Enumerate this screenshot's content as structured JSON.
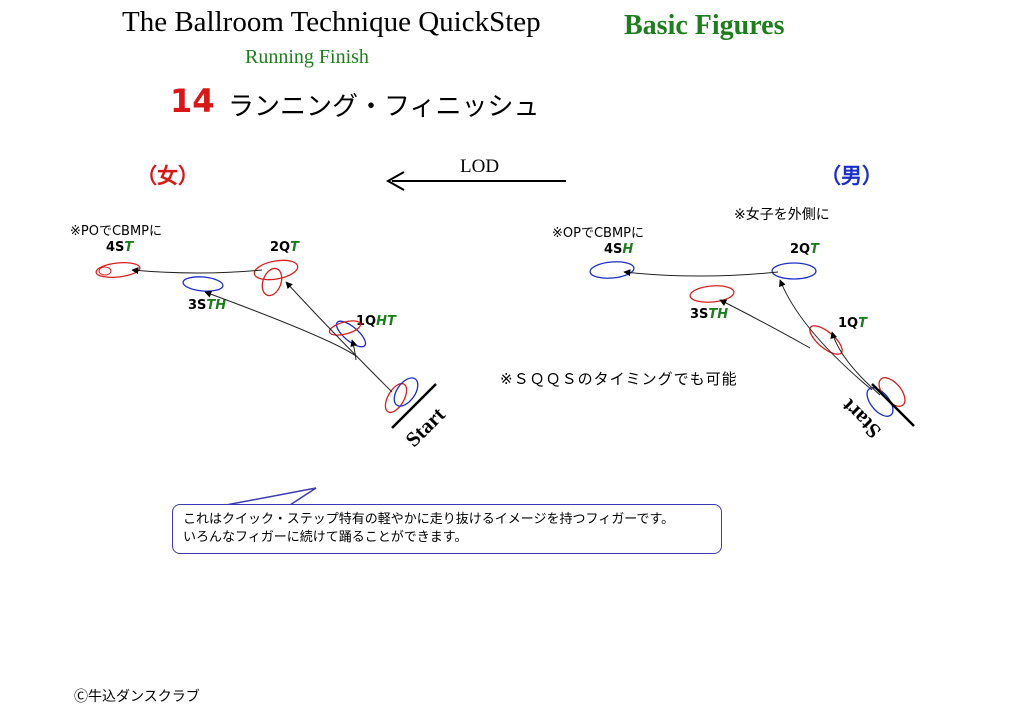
{
  "header": {
    "title": "The Ballroom Technique  QuickStep",
    "category": "Basic Figures",
    "subtitle": "Running Finish",
    "figure_number": "14",
    "figure_name_jp": "ランニング・フィニッシュ"
  },
  "lod_label": "LOD",
  "woman": {
    "label": "（女）",
    "note": "※POでCBMPに",
    "steps": [
      {
        "num": "1Q",
        "foot": "HT"
      },
      {
        "num": "2Q",
        "foot": "T"
      },
      {
        "num": "3S",
        "foot": "TH"
      },
      {
        "num": "4S",
        "foot": "T"
      }
    ],
    "start_label": "Start"
  },
  "man": {
    "label": "（男）",
    "note": "※OPでCBMPに",
    "outside_note": "※女子を外側に",
    "steps": [
      {
        "num": "1Q",
        "foot": "T"
      },
      {
        "num": "2Q",
        "foot": "T"
      },
      {
        "num": "3S",
        "foot": "TH"
      },
      {
        "num": "4S",
        "foot": "H"
      }
    ],
    "start_label": "Start"
  },
  "timing_note": "※ＳＱＱＳのタイミングでも可能",
  "description": {
    "line1": "これはクイック・ステップ特有の軽やかに走り抜けるイメージを持つフィガーです。",
    "line2": "いろんなフィガーに続けて踊ることができます。"
  },
  "copyright": "Ⓒ牛込ダンスクラブ",
  "colors": {
    "woman_foot": "#d82020",
    "man_foot": "#1a2ec8",
    "accent_green": "#1e7e1e"
  }
}
